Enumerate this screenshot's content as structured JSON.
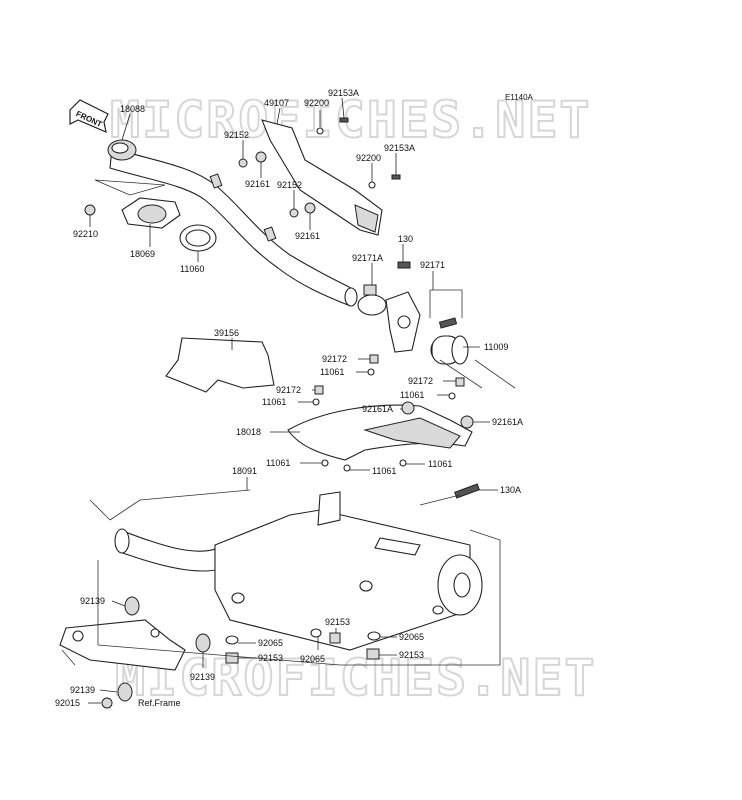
{
  "diagram_code": "E1140A",
  "watermark": "MICROFICHES.NET",
  "front_label": "FRONT",
  "ref_label": "Ref.Frame",
  "parts": {
    "p18088": "18088",
    "p49107": "49107",
    "p92200a": "92200",
    "p92153Aa": "92153A",
    "p92152a": "92152",
    "p92161a": "92161",
    "p92200b": "92200",
    "p92153Ab": "92153A",
    "p92152b": "92152",
    "p92161b": "92161",
    "p92210": "92210",
    "p18069": "18069",
    "p11060": "11060",
    "p130": "130",
    "p92171A": "92171A",
    "p92171": "92171",
    "p11009": "11009",
    "p39156": "39156",
    "p92172a": "92172",
    "p11061a": "11061",
    "p92172b": "92172",
    "p11061b": "11061",
    "p92161Aa": "92161A",
    "p11061c": "11061",
    "p92172c": "92172",
    "p92161Ab": "92161A",
    "p18018": "18018",
    "p11061d": "11061",
    "p11061e": "11061",
    "p11061f": "11061",
    "p18091": "18091",
    "p130A": "130A",
    "p92139a": "92139",
    "p92065a": "92065",
    "p92153a": "92153",
    "p92153b": "92153",
    "p92065b": "92065",
    "p92065c": "92065",
    "p92153c": "92153",
    "p92139b": "92139",
    "p92139c": "92139",
    "p92015": "92015"
  }
}
